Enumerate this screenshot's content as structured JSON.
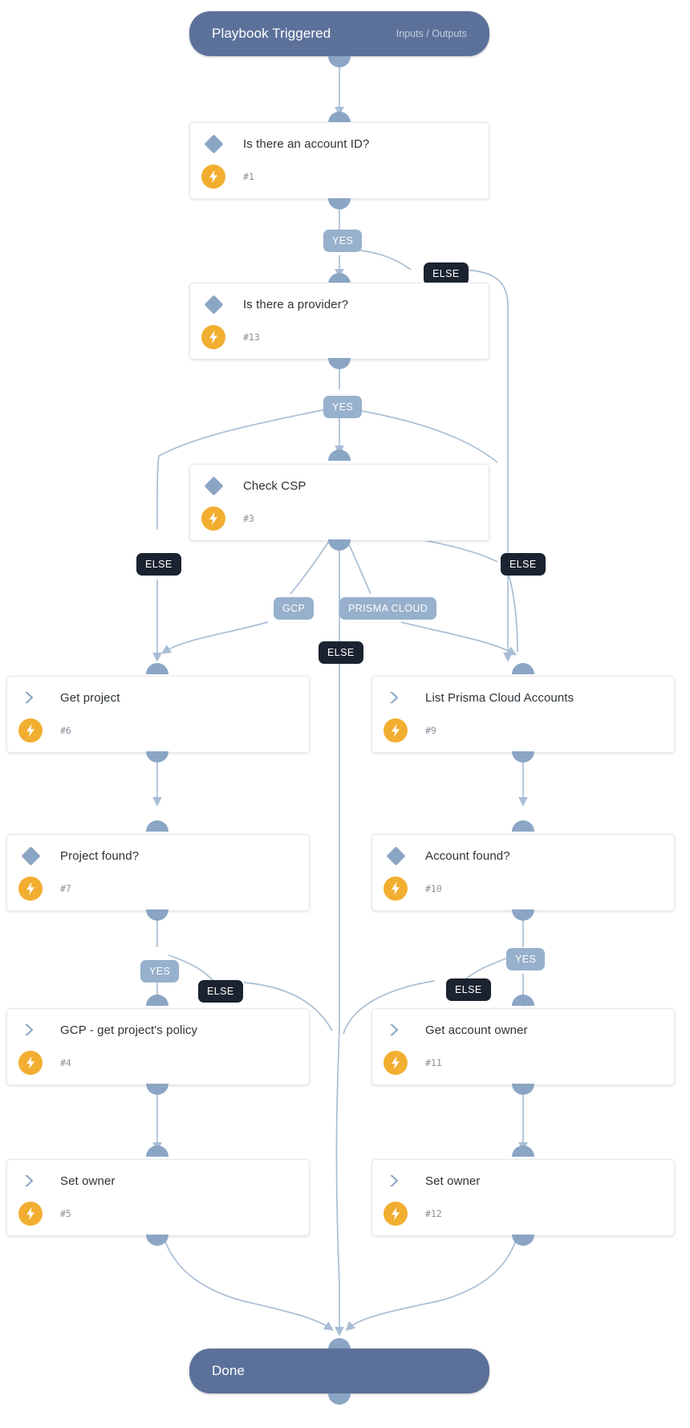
{
  "diagram": {
    "type": "playbook-flowchart",
    "background": "#ffffff",
    "colors": {
      "terminal_fill": "#5c719a",
      "terminal_text": "#ffffff",
      "terminal_subtext": "#c3cde0",
      "card_fill": "#ffffff",
      "card_border": "#e6e8ec",
      "card_title_text": "#2c3338",
      "card_number_text": "#8a9199",
      "condition_icon": "#8ba5c4",
      "action_icon": "#8ba5c4",
      "bolt_badge": "#f2ae30",
      "edge_stroke": "#a9bed5",
      "handle": "#8ba5c4",
      "badge_blue": "#97b0cc",
      "badge_dark": "#1b2230"
    }
  },
  "start_node": {
    "title": "Playbook Triggered",
    "subtitle": "Inputs / Outputs"
  },
  "end_node": {
    "title": "Done"
  },
  "nodes": [
    {
      "id": "n1",
      "title": "Is there an account ID?",
      "number": "#1",
      "kind": "condition"
    },
    {
      "id": "n13",
      "title": "Is there a provider?",
      "number": "#13",
      "kind": "condition"
    },
    {
      "id": "n3",
      "title": "Check CSP",
      "number": "#3",
      "kind": "condition"
    },
    {
      "id": "n6",
      "title": "Get project",
      "number": "#6",
      "kind": "action"
    },
    {
      "id": "n9",
      "title": "List Prisma Cloud Accounts",
      "number": "#9",
      "kind": "action"
    },
    {
      "id": "n7",
      "title": "Project found?",
      "number": "#7",
      "kind": "condition"
    },
    {
      "id": "n10",
      "title": "Account found?",
      "number": "#10",
      "kind": "condition"
    },
    {
      "id": "n4",
      "title": "GCP - get project's policy",
      "number": "#4",
      "kind": "action"
    },
    {
      "id": "n11",
      "title": "Get account owner",
      "number": "#11",
      "kind": "action"
    },
    {
      "id": "n5",
      "title": "Set owner",
      "number": "#5",
      "kind": "action"
    },
    {
      "id": "n12",
      "title": "Set owner",
      "number": "#12",
      "kind": "action"
    }
  ],
  "edge_labels": [
    {
      "id": "e1",
      "text": "YES",
      "style": "blue",
      "from": "n1",
      "to": "n13"
    },
    {
      "id": "e2",
      "text": "ELSE",
      "style": "dark",
      "from": "n1",
      "to": "n9"
    },
    {
      "id": "e3",
      "text": "YES",
      "style": "blue",
      "from": "n13",
      "to": "n3"
    },
    {
      "id": "e4",
      "text": "ELSE",
      "style": "dark",
      "from": "n3",
      "to": "n6"
    },
    {
      "id": "e5",
      "text": "GCP",
      "style": "blue",
      "from": "n3",
      "to": "n6"
    },
    {
      "id": "e6",
      "text": "PRISMA CLOUD",
      "style": "blue",
      "from": "n3",
      "to": "n9"
    },
    {
      "id": "e7",
      "text": "ELSE",
      "style": "dark",
      "from": "n3",
      "to": "n9"
    },
    {
      "id": "e8",
      "text": "ELSE",
      "style": "dark",
      "from": "n13",
      "to": "done"
    },
    {
      "id": "e9",
      "text": "YES",
      "style": "blue",
      "from": "n7",
      "to": "n4"
    },
    {
      "id": "e10",
      "text": "ELSE",
      "style": "dark",
      "from": "n7",
      "to": "done"
    },
    {
      "id": "e11",
      "text": "YES",
      "style": "blue",
      "from": "n10",
      "to": "n11"
    },
    {
      "id": "e12",
      "text": "ELSE",
      "style": "dark",
      "from": "n10",
      "to": "done"
    }
  ],
  "icons": {
    "condition": "diamond-icon",
    "action": "chevron-right-icon",
    "badge": "lightning-bolt-icon"
  }
}
